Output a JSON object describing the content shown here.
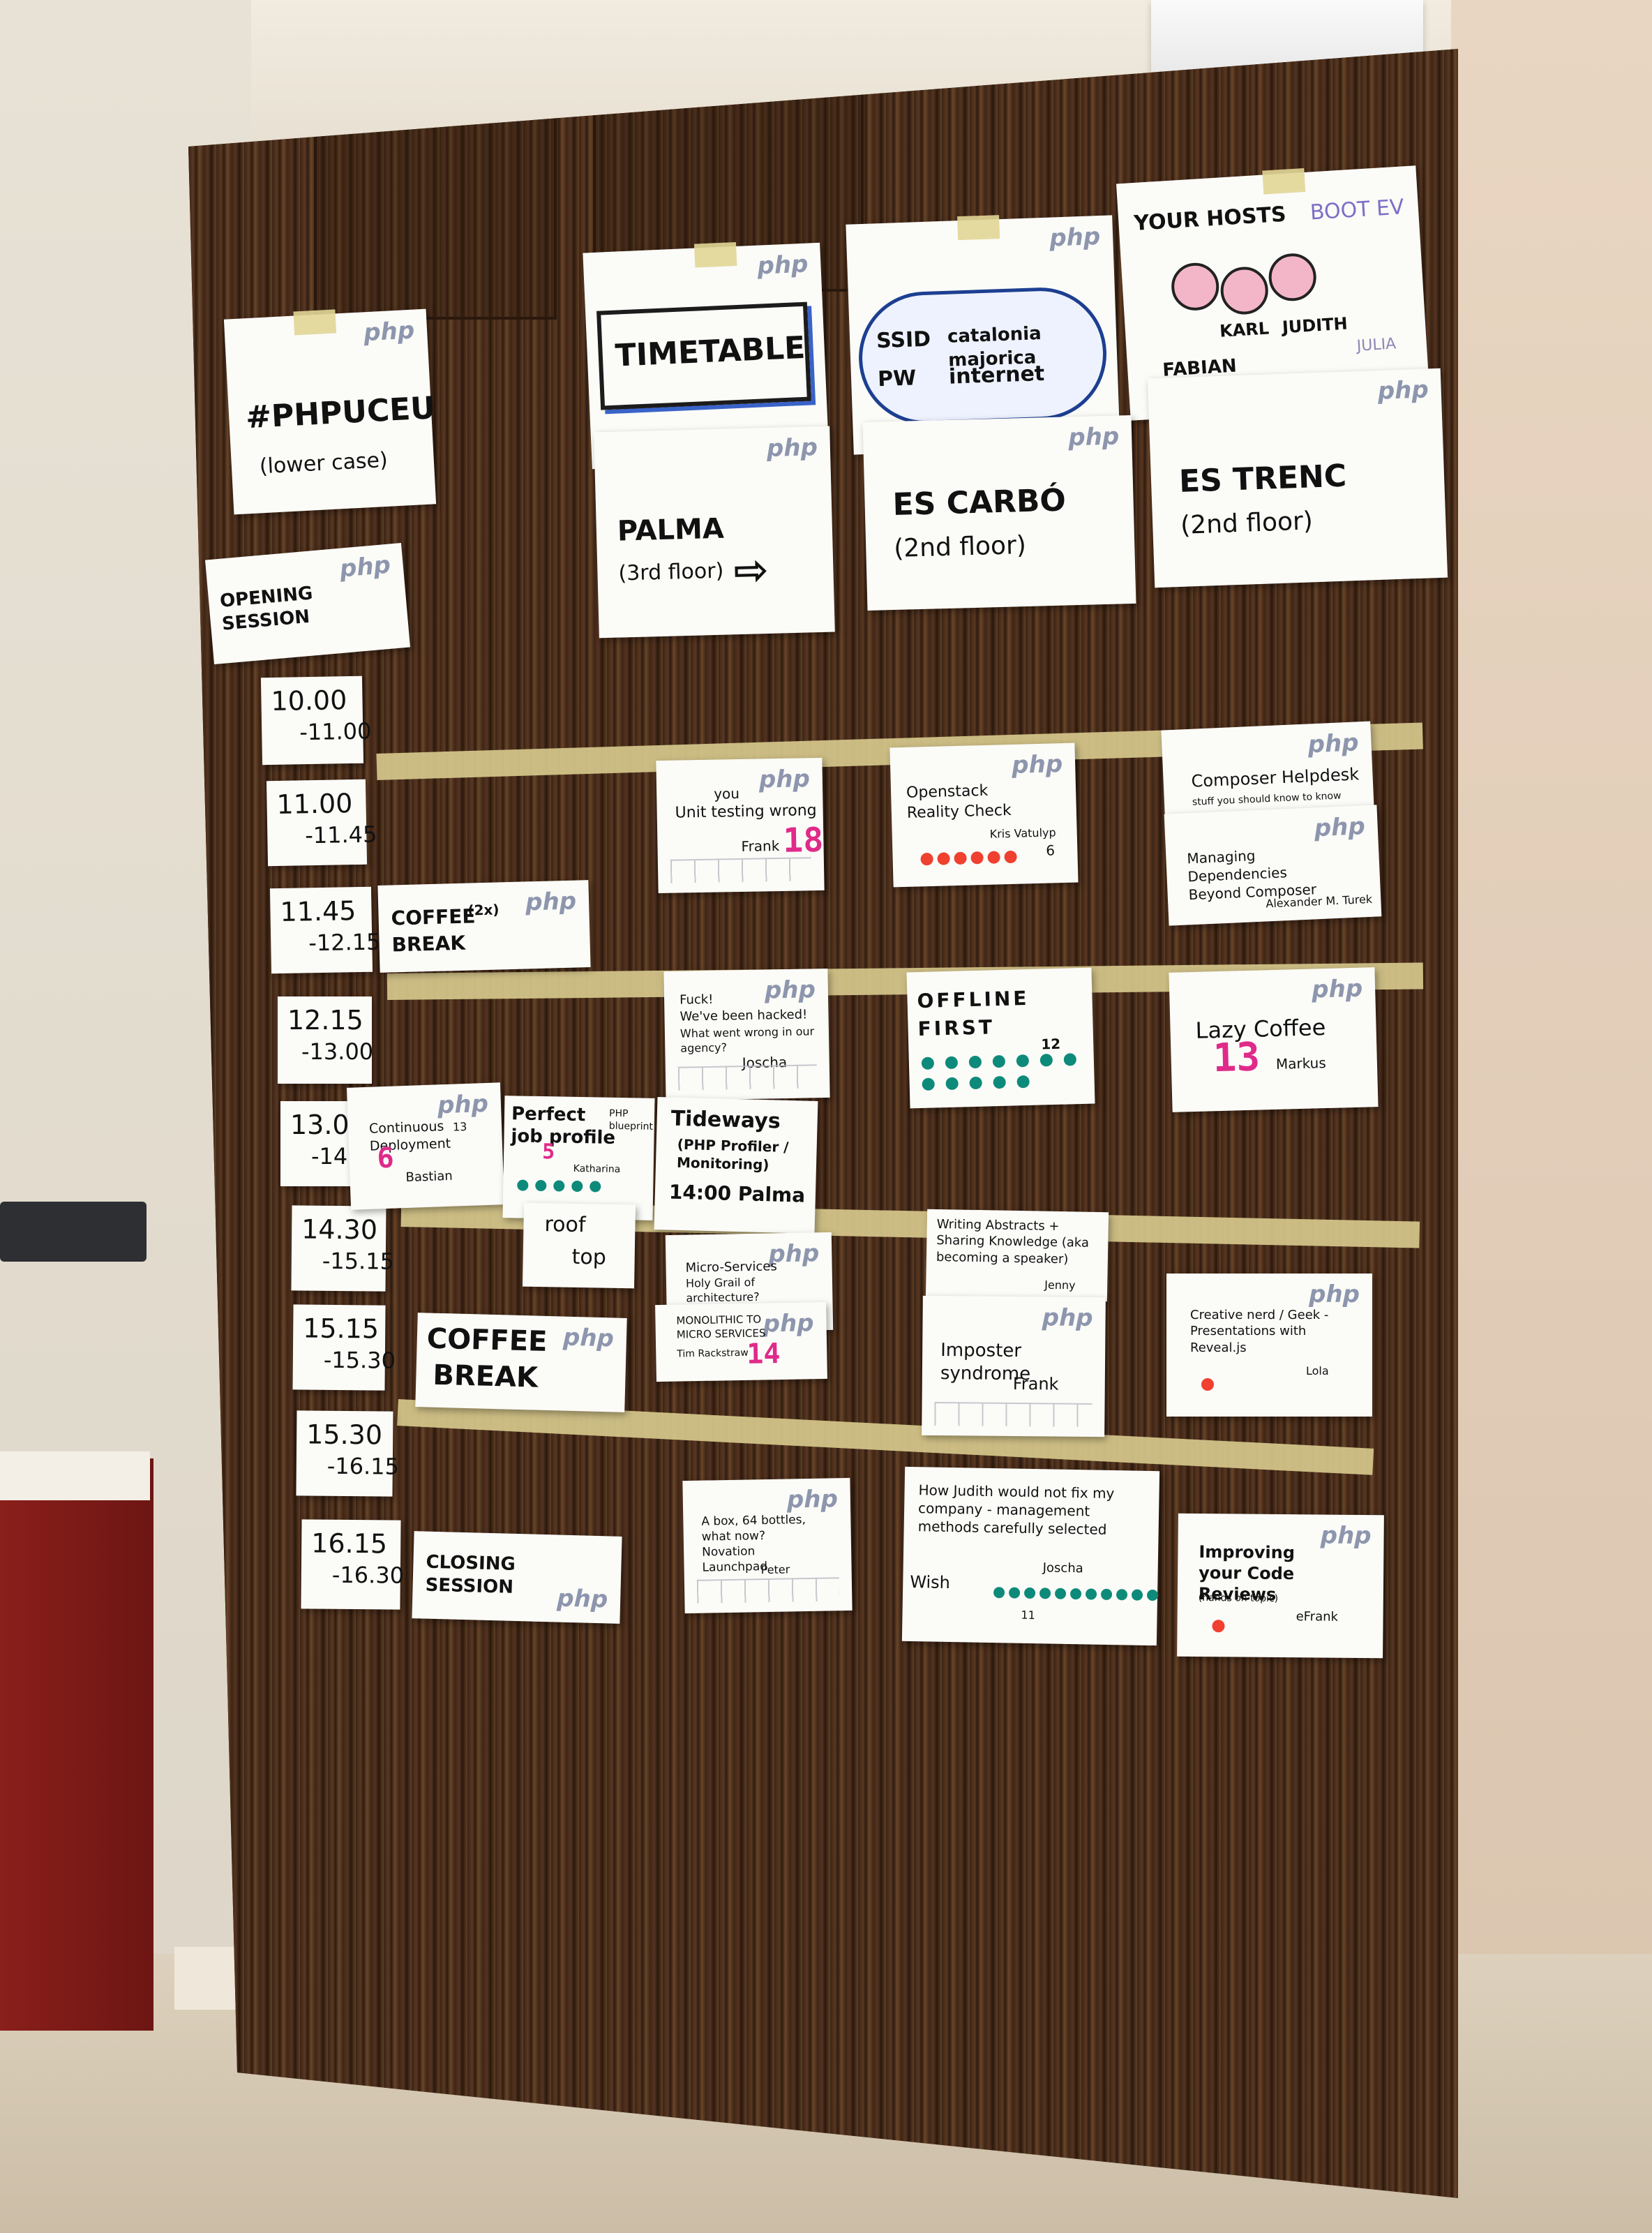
{
  "colors": {
    "wood_dark": "#3b2415",
    "wood_light": "#6a4529",
    "tape": "#d6c88c",
    "paper": "#fbfbf8",
    "ink": "#121212",
    "pink_marker": "#e02a8a",
    "red_dot": "#ef4030",
    "teal_dot": "#0e8a7a",
    "php_logo": "#8d96ad",
    "blue_marker": "#1d3f91"
  },
  "logo_text": "php",
  "header": {
    "hashtag": "#PHPUCEU",
    "hashtag_note": "(lower case)",
    "timetable": "TIMETABLE",
    "wifi_ssid_label": "SSID",
    "wifi_ssid_value": "catalonia majorica",
    "wifi_pw_label": "PW",
    "wifi_pw_value": "internet",
    "hosts_title": "YOUR HOSTS",
    "hosts_org": "BOOT EV",
    "host_names": [
      "KARL",
      "JUDITH",
      "FABIAN",
      "JULIA"
    ]
  },
  "rooms": [
    {
      "name": "PALMA",
      "floor": "(3rd floor)"
    },
    {
      "name": "ES CARBÓ",
      "floor": "(2nd floor)"
    },
    {
      "name": "ES TRENC",
      "floor": "(2nd floor)"
    }
  ],
  "opening": "OPENING SESSION",
  "times": [
    {
      "start": "10.00",
      "end": "-11.00"
    },
    {
      "start": "11.00",
      "end": "-11.45"
    },
    {
      "start": "11.45",
      "end": "-12.15"
    },
    {
      "start": "12.15",
      "end": "-13.00"
    },
    {
      "start": "13.00",
      "end": "-14"
    },
    {
      "start": "14.30",
      "end": "-15.15"
    },
    {
      "start": "15.15",
      "end": "-15.30"
    },
    {
      "start": "15.30",
      "end": "-16.15"
    },
    {
      "start": "16.15",
      "end": "-16.30"
    }
  ],
  "breaks": {
    "coffee1_line1": "COFFEE",
    "coffee1_line2": "BREAK",
    "coffee1_sup": "(2x)",
    "coffee2_line1": "COFFEE",
    "coffee2_line2": "BREAK",
    "closing": "CLOSING SESSION"
  },
  "sessions": {
    "unit_testing": {
      "title": "Unit testing wrong",
      "note": "you",
      "speaker": "Frank",
      "votes": "18"
    },
    "openstack": {
      "title": "Openstack Reality Check",
      "speaker": "Kris Vatulyp",
      "votes": "6"
    },
    "composer_helpdesk": {
      "title": "Composer Helpdesk",
      "note": "stuff you should know to know"
    },
    "managing_deps": {
      "title": "Managing Dependencies Beyond Composer",
      "speaker": "Alexander M. Turek"
    },
    "fuck": {
      "line1": "Fuck!",
      "line2": "We've been hacked!",
      "line3": "What went wrong in our agency?",
      "speaker": "Joscha"
    },
    "offline": {
      "line1": "OFFLINE",
      "line2": "FIRST",
      "votes": "12"
    },
    "lazy_coffee": {
      "title": "Lazy Coffee",
      "speaker": "Markus",
      "votes": "13"
    },
    "continuous": {
      "title": "Continuous Deployment",
      "speaker": "Bastian",
      "votes": "6",
      "extra": "13"
    },
    "perfect": {
      "line1": "Perfect",
      "line2": "job profile",
      "tag": "PHP blueprint",
      "speaker": "Katharina",
      "votes": "5"
    },
    "tideways": {
      "line1": "Tideways",
      "line2": "(PHP Profiler / Monitoring)",
      "line3": "14:00 Palma"
    },
    "roof": {
      "line1": "roof",
      "line2": "top"
    },
    "micro": {
      "line1": "Micro-Services",
      "line2": "Holy Grail of architecture?",
      "line3": "MONOLITHIC TO MICRO SERVICES",
      "speaker": "Tim Rackstraw",
      "votes": "14"
    },
    "writing": {
      "title": "Writing Abstracts + Sharing Knowledge (aka becoming a speaker)",
      "speaker": "Jenny"
    },
    "imposter": {
      "title": "Imposter syndrome",
      "speaker": "Frank"
    },
    "creative": {
      "title": "Creative nerd / Geek - Presentations with Reveal.js",
      "speaker": "Lola"
    },
    "box": {
      "title": "A box, 64 bottles, what now? Novation Launchpad",
      "speaker": "Peter"
    },
    "judith": {
      "title": "How Judith would not fix my company - management methods carefully selected",
      "speaker": "Joscha",
      "wish": "Wish",
      "votes": "11"
    },
    "improving": {
      "title": "Improving your Code Reviews",
      "note": "(hands on topic)",
      "speaker": "eFrank"
    }
  }
}
